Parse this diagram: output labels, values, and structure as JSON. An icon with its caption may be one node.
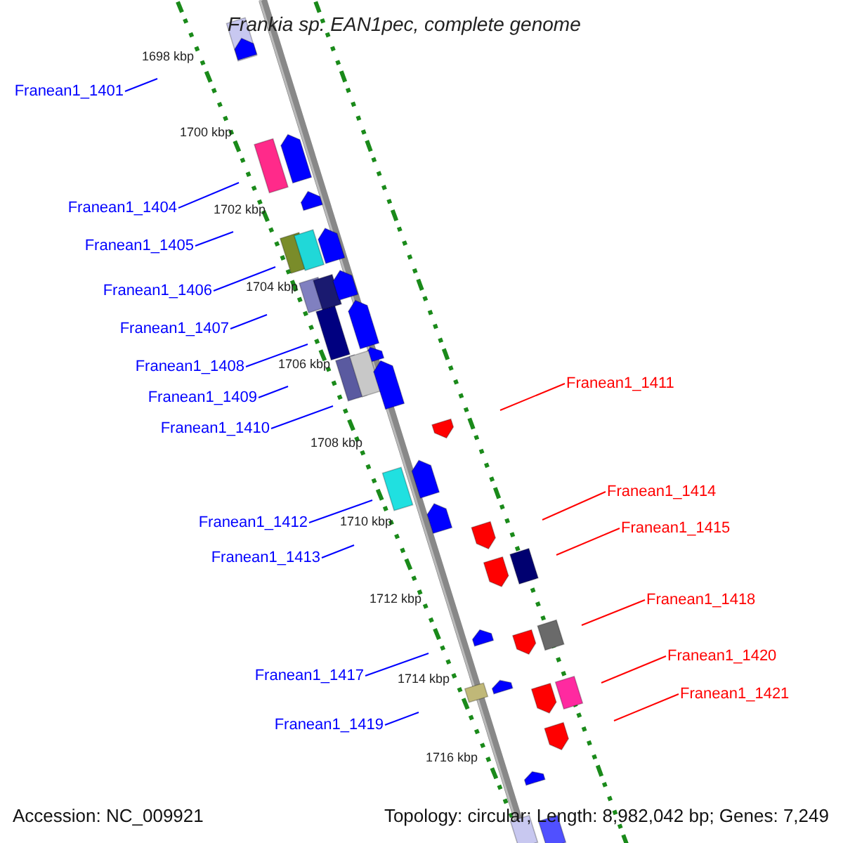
{
  "diagram": {
    "title": "Frankia sp. EAN1pec, complete genome",
    "nodes": [
      {
        "text": [
          "Franean1_1401"
        ]
      },
      {
        "text": [
          "Franean1_1404"
        ]
      },
      {
        "text": [
          "Franean1_1405"
        ]
      },
      {
        "text": [
          "Franean1_1406"
        ]
      },
      {
        "text": [
          "Franean1_1407"
        ]
      },
      {
        "text": [
          "Franean1_1408"
        ]
      },
      {
        "text": [
          "Franean1_1409"
        ]
      },
      {
        "text": [
          "Franean1_1410"
        ]
      },
      {
        "text": [
          "Franean1_1411"
        ]
      },
      {
        "text": [
          "Franean1_1412"
        ]
      },
      {
        "text": [
          "Franean1_1413"
        ]
      },
      {
        "text": [
          "Franean1_1414"
        ]
      },
      {
        "text": [
          "Franean1_1415"
        ]
      },
      {
        "text": [
          "Franean1_1417"
        ]
      },
      {
        "text": [
          "Franean1_1418"
        ]
      },
      {
        "text": [
          "Franean1_1419"
        ]
      },
      {
        "text": [
          "Franean1_1420"
        ]
      },
      {
        "text": [
          "Franean1_1421"
        ]
      }
    ],
    "edges": [
      {
        "from": 0,
        "to": null,
        "arrow": "none",
        "color": "#0000ff"
      },
      {
        "from": 1,
        "to": null,
        "arrow": "none",
        "color": "#0000ff"
      },
      {
        "from": 2,
        "to": null,
        "arrow": "none",
        "color": "#0000ff"
      },
      {
        "from": 3,
        "to": null,
        "arrow": "none",
        "color": "#0000ff"
      },
      {
        "from": 4,
        "to": null,
        "arrow": "none",
        "color": "#0000ff"
      },
      {
        "from": 5,
        "to": null,
        "arrow": "none",
        "color": "#0000ff"
      },
      {
        "from": 6,
        "to": null,
        "arrow": "none",
        "color": "#0000ff"
      },
      {
        "from": 7,
        "to": null,
        "arrow": "none",
        "color": "#0000ff"
      },
      {
        "from": 8,
        "to": null,
        "arrow": "none",
        "color": "#ff0000"
      },
      {
        "from": 9,
        "to": null,
        "arrow": "none",
        "color": "#0000ff"
      },
      {
        "from": 10,
        "to": null,
        "arrow": "none",
        "color": "#0000ff"
      },
      {
        "from": 11,
        "to": null,
        "arrow": "none",
        "color": "#ff0000"
      },
      {
        "from": 12,
        "to": null,
        "arrow": "none",
        "color": "#ff0000"
      },
      {
        "from": 13,
        "to": null,
        "arrow": "none",
        "color": "#0000ff"
      },
      {
        "from": 14,
        "to": null,
        "arrow": "none",
        "color": "#ff0000"
      },
      {
        "from": 15,
        "to": null,
        "arrow": "none",
        "color": "#0000ff"
      },
      {
        "from": 16,
        "to": null,
        "arrow": "none",
        "color": "#ff0000"
      },
      {
        "from": 17,
        "to": null,
        "arrow": "none",
        "color": "#ff0000"
      }
    ],
    "labels": [
      "1698 kbp",
      "1700 kbp",
      "1702 kbp",
      "1704 kbp",
      "1706 kbp",
      "1708 kbp",
      "1710 kbp",
      "1712 kbp",
      "1714 kbp",
      "1716 kbp",
      "Accession: NC_009921",
      "Topology: circular; Length: 8,982,042 bp; Genes: 7,249"
    ]
  }
}
